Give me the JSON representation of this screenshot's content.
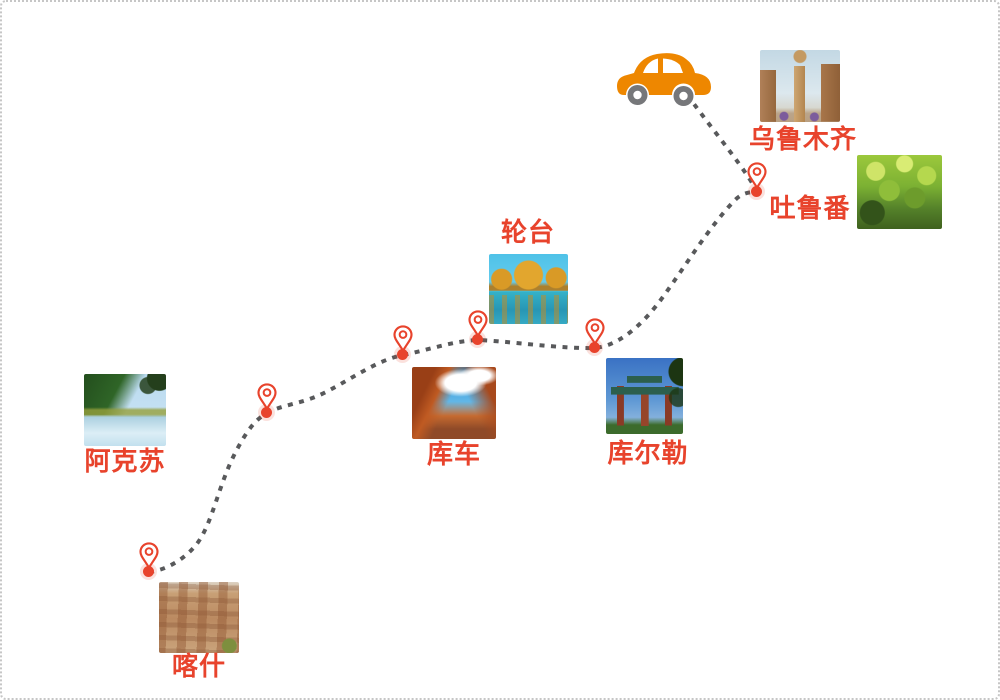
{
  "colors": {
    "route_gray": "#58595b",
    "accent_red": "#e8432c",
    "car_orange": "#ee8700",
    "border_gray": "#c6c6c6"
  },
  "route": {
    "style": "dashed",
    "stops_in_order": [
      "喀什",
      "阿克苏",
      "库车",
      "轮台",
      "库尔勒",
      "吐鲁番",
      "乌鲁木齐"
    ]
  },
  "icons": {
    "car": "car-icon",
    "pin": "location-pin-icon",
    "stop": "route-stop-dot"
  },
  "cities": [
    {
      "name": "喀什",
      "photo": "kashgar-old-town"
    },
    {
      "name": "阿克苏",
      "photo": "aksu-mountain-lake"
    },
    {
      "name": "库车",
      "photo": "kuqa-red-canyon"
    },
    {
      "name": "轮台",
      "photo": "luntai-populus-lake"
    },
    {
      "name": "库尔勒",
      "photo": "korla-archway-gate"
    },
    {
      "name": "吐鲁番",
      "photo": "turpan-grape-vines"
    },
    {
      "name": "乌鲁木齐",
      "photo": "urumqi-grand-bazaar"
    }
  ]
}
